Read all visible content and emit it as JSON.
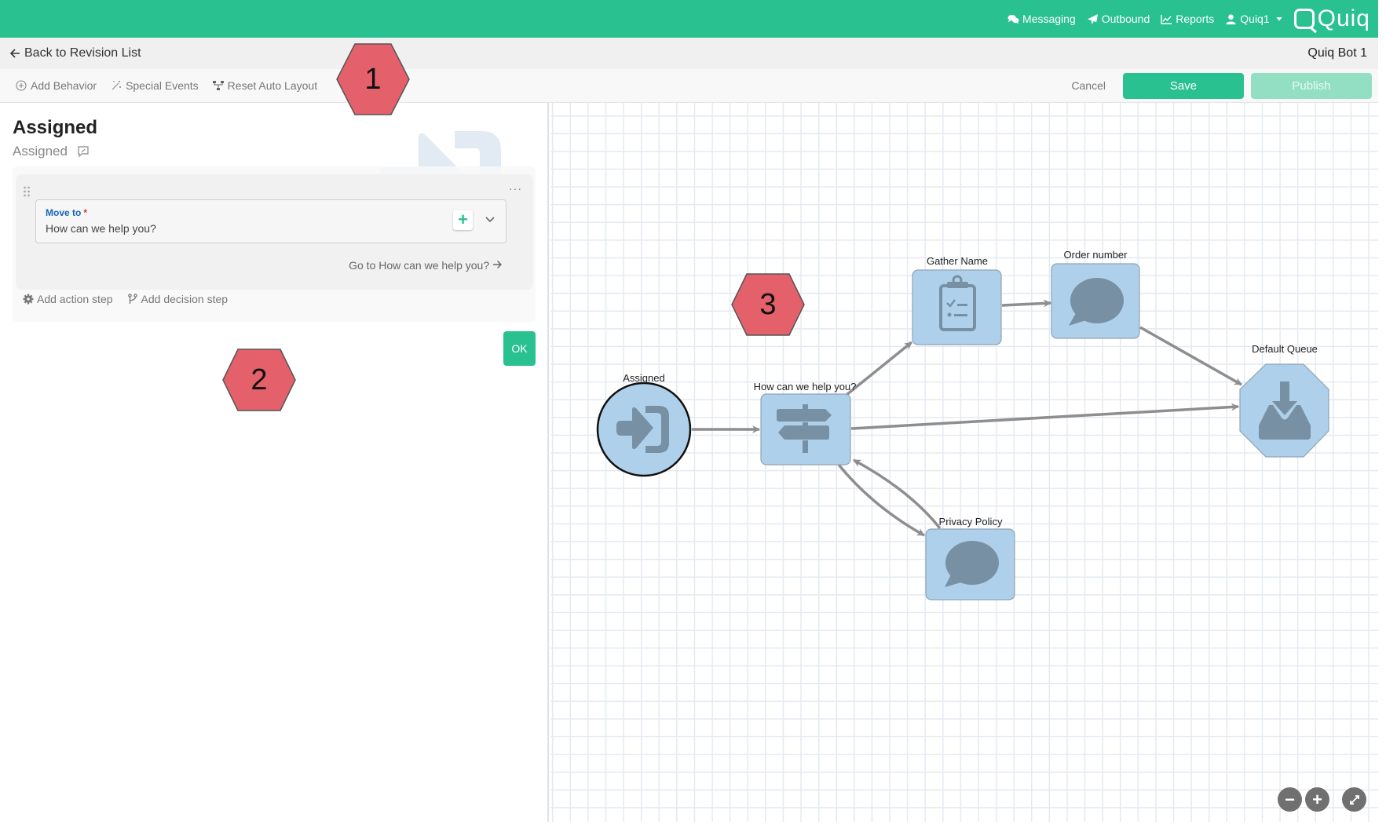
{
  "topnav": {
    "items": [
      {
        "label": "Messaging",
        "icon": "chat-bubbles-icon"
      },
      {
        "label": "Outbound",
        "icon": "paper-plane-icon"
      },
      {
        "label": "Reports",
        "icon": "line-chart-icon"
      },
      {
        "label": "Quiq1",
        "icon": "user-icon"
      }
    ],
    "logo_text": "Quiq",
    "brand_color": "#29c18f"
  },
  "backbar": {
    "back_label": "Back to Revision List",
    "bot_name": "Quiq Bot 1"
  },
  "toolbar": {
    "tools": [
      {
        "label": "Add Behavior",
        "icon": "plus-circle-icon"
      },
      {
        "label": "Special Events",
        "icon": "magic-wand-icon"
      },
      {
        "label": "Reset Auto Layout",
        "icon": "sitemap-icon"
      }
    ],
    "cancel_label": "Cancel",
    "save_label": "Save",
    "publish_label": "Publish"
  },
  "panel": {
    "title": "Assigned",
    "subtitle": "Assigned",
    "step": {
      "field_label": "Move to",
      "field_required": "*",
      "field_value": "How can we help you?",
      "goto_label": "Go to How can we help you?",
      "more_label": "···"
    },
    "add_action_label": "Add action step",
    "add_decision_label": "Add decision step",
    "ok_label": "OK"
  },
  "diagram": {
    "nodes": [
      {
        "id": "assigned",
        "label": "Assigned",
        "shape": "circle",
        "icon": "sign-in-icon"
      },
      {
        "id": "help",
        "label": "How can we help you?",
        "shape": "rounded-rect",
        "icon": "signpost-icon"
      },
      {
        "id": "gather",
        "label": "Gather Name",
        "shape": "rounded-rect",
        "icon": "clipboard-list-icon"
      },
      {
        "id": "order",
        "label": "Order number",
        "shape": "rounded-rect",
        "icon": "speech-bubble-icon"
      },
      {
        "id": "privacy",
        "label": "Privacy Policy",
        "shape": "rounded-rect",
        "icon": "speech-bubble-icon"
      },
      {
        "id": "queue",
        "label": "Default Queue",
        "shape": "octagon",
        "icon": "inbox-download-icon"
      }
    ],
    "edges": [
      {
        "from": "assigned",
        "to": "help"
      },
      {
        "from": "help",
        "to": "gather"
      },
      {
        "from": "gather",
        "to": "order"
      },
      {
        "from": "order",
        "to": "queue"
      },
      {
        "from": "help",
        "to": "queue"
      },
      {
        "from": "help",
        "to": "privacy"
      },
      {
        "from": "privacy",
        "to": "help"
      }
    ],
    "node_fill": "#aed0ea",
    "icon_color": "#7890a4",
    "edge_color": "#8e8e8e"
  },
  "zoom_controls": {
    "zoom_out": "−",
    "zoom_in": "+"
  },
  "annotations": [
    {
      "number": "1"
    },
    {
      "number": "2"
    },
    {
      "number": "3"
    }
  ]
}
